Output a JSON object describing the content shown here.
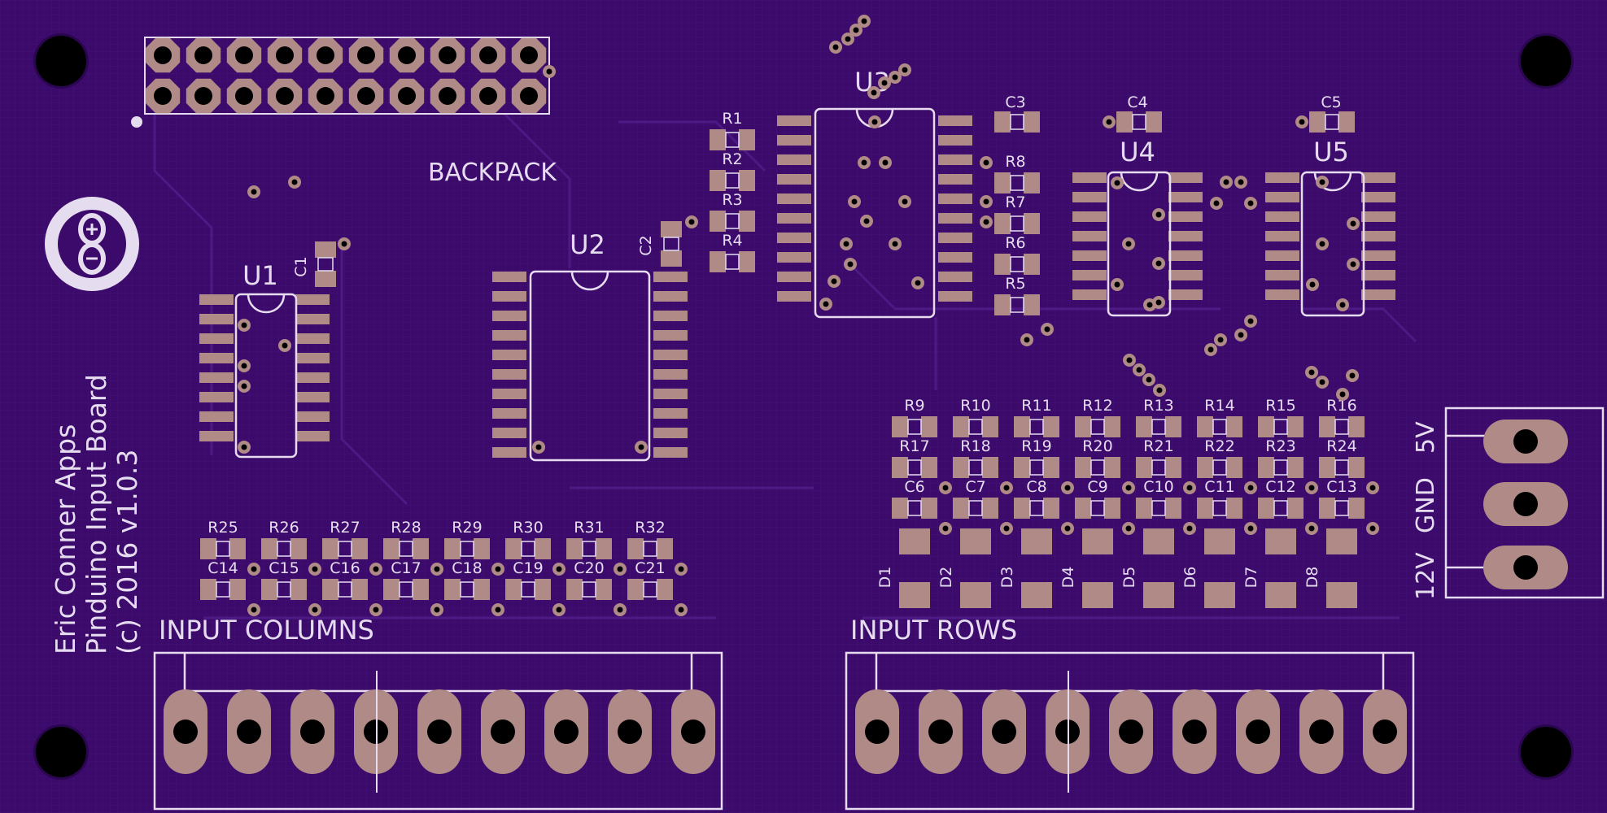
{
  "board": {
    "title_lines": [
      "Eric Conner Apps",
      "Pinduino Input Board",
      "(c) 2016   v1.0.3"
    ],
    "header_label": "BACKPACK",
    "input_columns_label": "INPUT  COLUMNS",
    "input_rows_label": "INPUT  ROWS",
    "power_labels": [
      "12V",
      "GND",
      "5V"
    ]
  },
  "ics": [
    {
      "ref": "U1"
    },
    {
      "ref": "U2"
    },
    {
      "ref": "U3"
    },
    {
      "ref": "U4"
    },
    {
      "ref": "U5"
    }
  ],
  "small_parts": [
    {
      "ref": "R1"
    },
    {
      "ref": "R2"
    },
    {
      "ref": "R3"
    },
    {
      "ref": "R4"
    },
    {
      "ref": "C3"
    },
    {
      "ref": "R8"
    },
    {
      "ref": "R7"
    },
    {
      "ref": "R6"
    },
    {
      "ref": "R5"
    },
    {
      "ref": "C4"
    },
    {
      "ref": "C5"
    },
    {
      "ref": "C2"
    },
    {
      "ref": "C1"
    },
    {
      "ref": "R9"
    },
    {
      "ref": "R10"
    },
    {
      "ref": "R11"
    },
    {
      "ref": "R12"
    },
    {
      "ref": "R13"
    },
    {
      "ref": "R14"
    },
    {
      "ref": "R15"
    },
    {
      "ref": "R16"
    },
    {
      "ref": "R17"
    },
    {
      "ref": "R18"
    },
    {
      "ref": "R19"
    },
    {
      "ref": "R20"
    },
    {
      "ref": "R21"
    },
    {
      "ref": "R22"
    },
    {
      "ref": "R23"
    },
    {
      "ref": "R24"
    },
    {
      "ref": "C6"
    },
    {
      "ref": "C7"
    },
    {
      "ref": "C8"
    },
    {
      "ref": "C9"
    },
    {
      "ref": "C10"
    },
    {
      "ref": "C11"
    },
    {
      "ref": "C12"
    },
    {
      "ref": "C13"
    },
    {
      "ref": "R25"
    },
    {
      "ref": "R26"
    },
    {
      "ref": "R27"
    },
    {
      "ref": "R28"
    },
    {
      "ref": "R29"
    },
    {
      "ref": "R30"
    },
    {
      "ref": "R31"
    },
    {
      "ref": "R32"
    },
    {
      "ref": "C14"
    },
    {
      "ref": "C15"
    },
    {
      "ref": "C16"
    },
    {
      "ref": "C17"
    },
    {
      "ref": "C18"
    },
    {
      "ref": "C19"
    },
    {
      "ref": "C20"
    },
    {
      "ref": "C21"
    }
  ],
  "diodes": [
    "D1",
    "D2",
    "D3",
    "D4",
    "D5",
    "D6",
    "D7",
    "D8"
  ],
  "colors": {
    "board": "#3b0a6b",
    "trace": "#4a167f",
    "copper": "#b08a86",
    "silk": "#e6dcef",
    "hole": "#000000"
  },
  "icons": [
    "arduino-logo-icon"
  ]
}
